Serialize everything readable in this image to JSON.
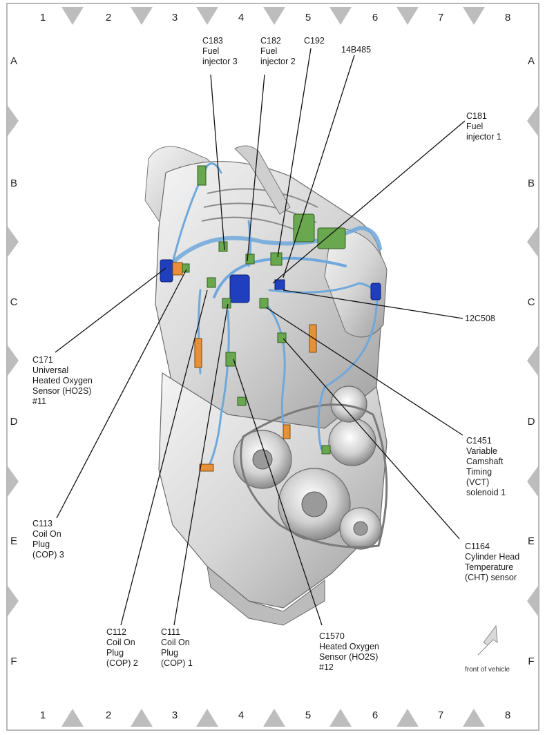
{
  "grid": {
    "columns": [
      "1",
      "2",
      "3",
      "4",
      "5",
      "6",
      "7",
      "8"
    ],
    "rows": [
      "A",
      "B",
      "C",
      "D",
      "E",
      "F"
    ]
  },
  "callouts": [
    {
      "id": "c183",
      "lines": [
        "C183",
        "Fuel",
        "injector 3"
      ]
    },
    {
      "id": "c182",
      "lines": [
        "C182",
        "Fuel",
        "injector 2"
      ]
    },
    {
      "id": "c192",
      "lines": [
        "C192"
      ]
    },
    {
      "id": "14b485",
      "lines": [
        "14B485"
      ]
    },
    {
      "id": "c181",
      "lines": [
        "C181",
        "Fuel",
        "injector 1"
      ]
    },
    {
      "id": "12c508",
      "lines": [
        "12C508"
      ]
    },
    {
      "id": "c171",
      "lines": [
        "C171",
        "Universal",
        "Heated Oxygen",
        "Sensor (HO2S)",
        "#11"
      ]
    },
    {
      "id": "c1451",
      "lines": [
        "C1451",
        "Variable",
        "Camshaft",
        "Timing",
        "(VCT)",
        "solenoid 1"
      ]
    },
    {
      "id": "c113",
      "lines": [
        "C113",
        "Coil On",
        "Plug",
        "(COP) 3"
      ]
    },
    {
      "id": "c1164",
      "lines": [
        "C1164",
        "Cylinder Head",
        "Temperature",
        "(CHT) sensor"
      ]
    },
    {
      "id": "c112",
      "lines": [
        "C112",
        "Coil On",
        "Plug",
        "(COP) 2"
      ]
    },
    {
      "id": "c111",
      "lines": [
        "C111",
        "Coil On",
        "Plug",
        "(COP) 1"
      ]
    },
    {
      "id": "c1570",
      "lines": [
        "C1570",
        "Heated Oxygen",
        "Sensor (HO2S)",
        "#12"
      ]
    }
  ],
  "orientation": {
    "label": "front of vehicle"
  },
  "colors": {
    "engine": "#d9d9d9",
    "engine_dark": "#a8a8a8",
    "harness": "#6fa8dc",
    "connector_green": "#6aa84f",
    "connector_blue": "#1f3fbf",
    "connector_orange": "#e69138",
    "marker": "#bdbdbd"
  }
}
